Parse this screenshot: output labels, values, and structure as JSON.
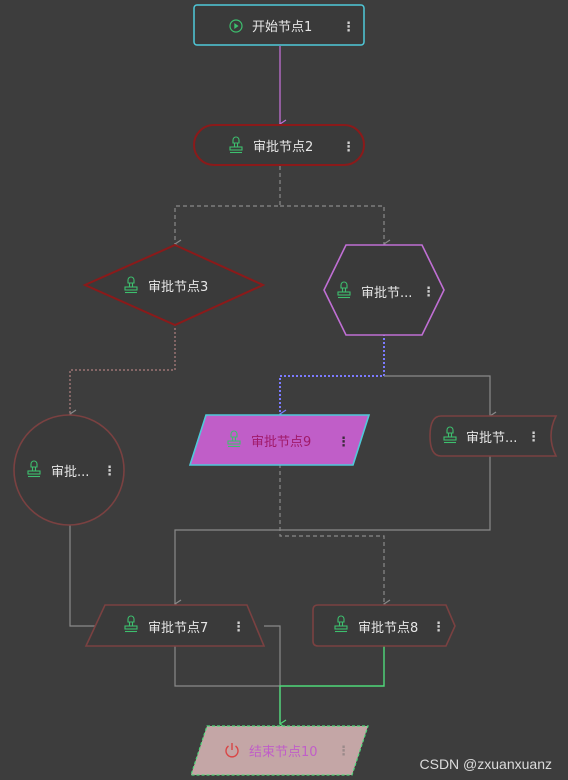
{
  "watermark": "CSDN @zxuanxuanz",
  "nodes": {
    "start1": {
      "label": "开始节点1",
      "icon": "play-circle-icon"
    },
    "approval2": {
      "label": "审批节点2",
      "icon": "stamp-icon"
    },
    "approval3": {
      "label": "审批节点3",
      "icon": "stamp-icon"
    },
    "approval4": {
      "label": "审批节...",
      "icon": "stamp-icon"
    },
    "approval5": {
      "label": "审批...",
      "icon": "stamp-icon"
    },
    "approval9": {
      "label": "审批节点9",
      "icon": "stamp-icon"
    },
    "approval6": {
      "label": "审批节...",
      "icon": "stamp-icon"
    },
    "approval7": {
      "label": "审批节点7",
      "icon": "stamp-icon"
    },
    "approval8": {
      "label": "审批节点8",
      "icon": "stamp-icon"
    },
    "end10": {
      "label": "结束节点10",
      "icon": "power-icon"
    }
  },
  "more_glyph": "⋮",
  "colors": {
    "background": "#3d3d3d",
    "node_fill": "#3a3a3a",
    "start_border": "#4fc9d9",
    "dark_red_border": "#8b1a1a",
    "muted_red_border": "#7a4141",
    "purple_border": "#c06fd4",
    "selected_fill": "#c05ec8",
    "end_fill": "#c4a6a6",
    "end_text": "#c05ec8",
    "stamp_green": "#3dbf6e",
    "edge_gray": "#8a8a8a",
    "edge_purple": "#c06fd4",
    "edge_blue": "#7b7bff",
    "edge_green": "#4fd97a"
  }
}
